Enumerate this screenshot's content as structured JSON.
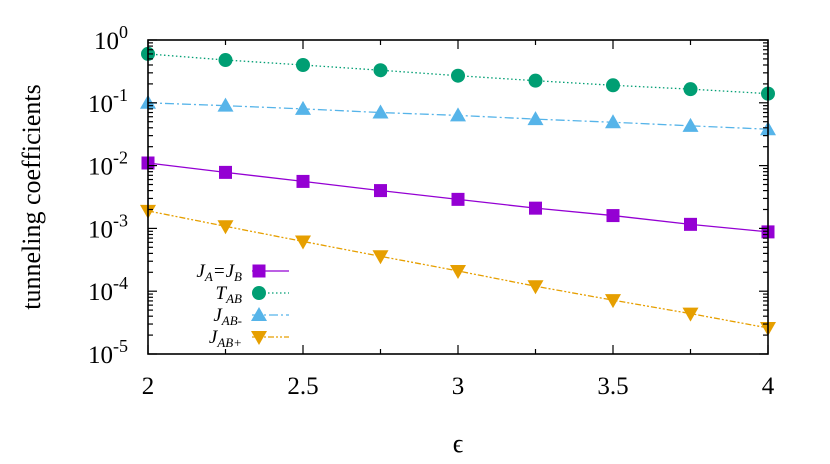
{
  "chart_data": {
    "type": "line",
    "xlabel": "ϵ",
    "ylabel": "tunneling coefficients",
    "xlim": [
      2,
      4
    ],
    "ylim": [
      1e-05,
      1
    ],
    "yscale": "log",
    "grid": false,
    "legend_position": "bottom-left",
    "x_ticks": [
      "2",
      "2.5",
      "3",
      "3.5",
      "4"
    ],
    "y_ticks": [
      {
        "base": "10",
        "exp": "0"
      },
      {
        "base": "10",
        "exp": "-1"
      },
      {
        "base": "10",
        "exp": "-2"
      },
      {
        "base": "10",
        "exp": "-3"
      },
      {
        "base": "10",
        "exp": "-4"
      },
      {
        "base": "10",
        "exp": "-5"
      }
    ],
    "x": [
      2,
      2.25,
      2.5,
      2.75,
      3,
      3.25,
      3.5,
      3.75,
      4
    ],
    "series": [
      {
        "label_main": "J",
        "label_sub": "A",
        "label_mid": "=J",
        "label_sub2": "B",
        "color": "#9400d3",
        "marker": "square",
        "dash": "",
        "values": [
          0.011,
          0.0078,
          0.0056,
          0.004,
          0.0029,
          0.0021,
          0.0016,
          0.00116,
          0.00088
        ]
      },
      {
        "label_main": "T",
        "label_sub": "AB",
        "label_mid": "",
        "label_sub2": "",
        "color": "#009e73",
        "marker": "circle",
        "dash": "1.5,2.5",
        "values": [
          0.6,
          0.48,
          0.4,
          0.33,
          0.27,
          0.225,
          0.19,
          0.165,
          0.14
        ]
      },
      {
        "label_main": "J",
        "label_sub": "AB-",
        "label_mid": "",
        "label_sub2": "",
        "color": "#56b4e9",
        "marker": "triangle-up",
        "dash": "9,3,2,3",
        "values": [
          0.1,
          0.09,
          0.08,
          0.07,
          0.063,
          0.055,
          0.049,
          0.043,
          0.038
        ]
      },
      {
        "label_main": "J",
        "label_sub": "AB+",
        "label_mid": "",
        "label_sub2": "",
        "color": "#e69f00",
        "marker": "triangle-down",
        "dash": "6,2,2,2,2,2",
        "values": [
          0.0019,
          0.00108,
          0.00062,
          0.00036,
          0.00021,
          0.00012,
          7.2e-05,
          4.4e-05,
          2.6e-05
        ]
      }
    ]
  }
}
